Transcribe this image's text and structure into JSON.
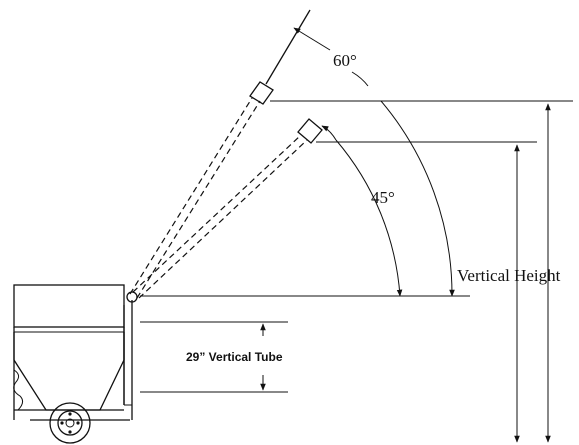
{
  "labels": {
    "angle_high": "60°",
    "angle_low": "45°",
    "vertical_height": "Vertical Height",
    "vertical_tube": "29” Vertical Tube"
  },
  "colors": {
    "ink": "#111111",
    "background": "#ffffff"
  }
}
